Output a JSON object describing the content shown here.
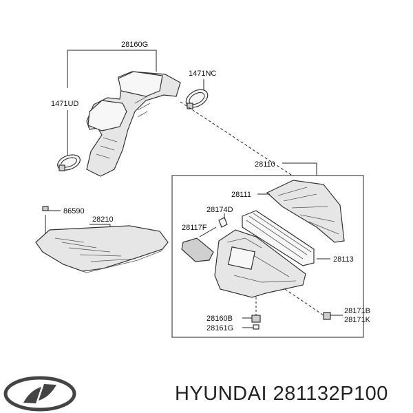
{
  "labels": {
    "l28160G": "28160G",
    "l1471NC": "1471NC",
    "l1471UD": "1471UD",
    "l28110": "28110",
    "l28111": "28111",
    "l86590": "86590",
    "l28210": "28210",
    "l28174D": "28174D",
    "l28117F": "28117F",
    "l28113": "28113",
    "l28160B": "28160B",
    "l28161G": "28161G",
    "l28171B": "28171B",
    "l28171K": "28171K"
  },
  "footer": {
    "brand_text": "HYUNDAI 281132P100",
    "logo_icon": "hyundai-logo-icon"
  }
}
